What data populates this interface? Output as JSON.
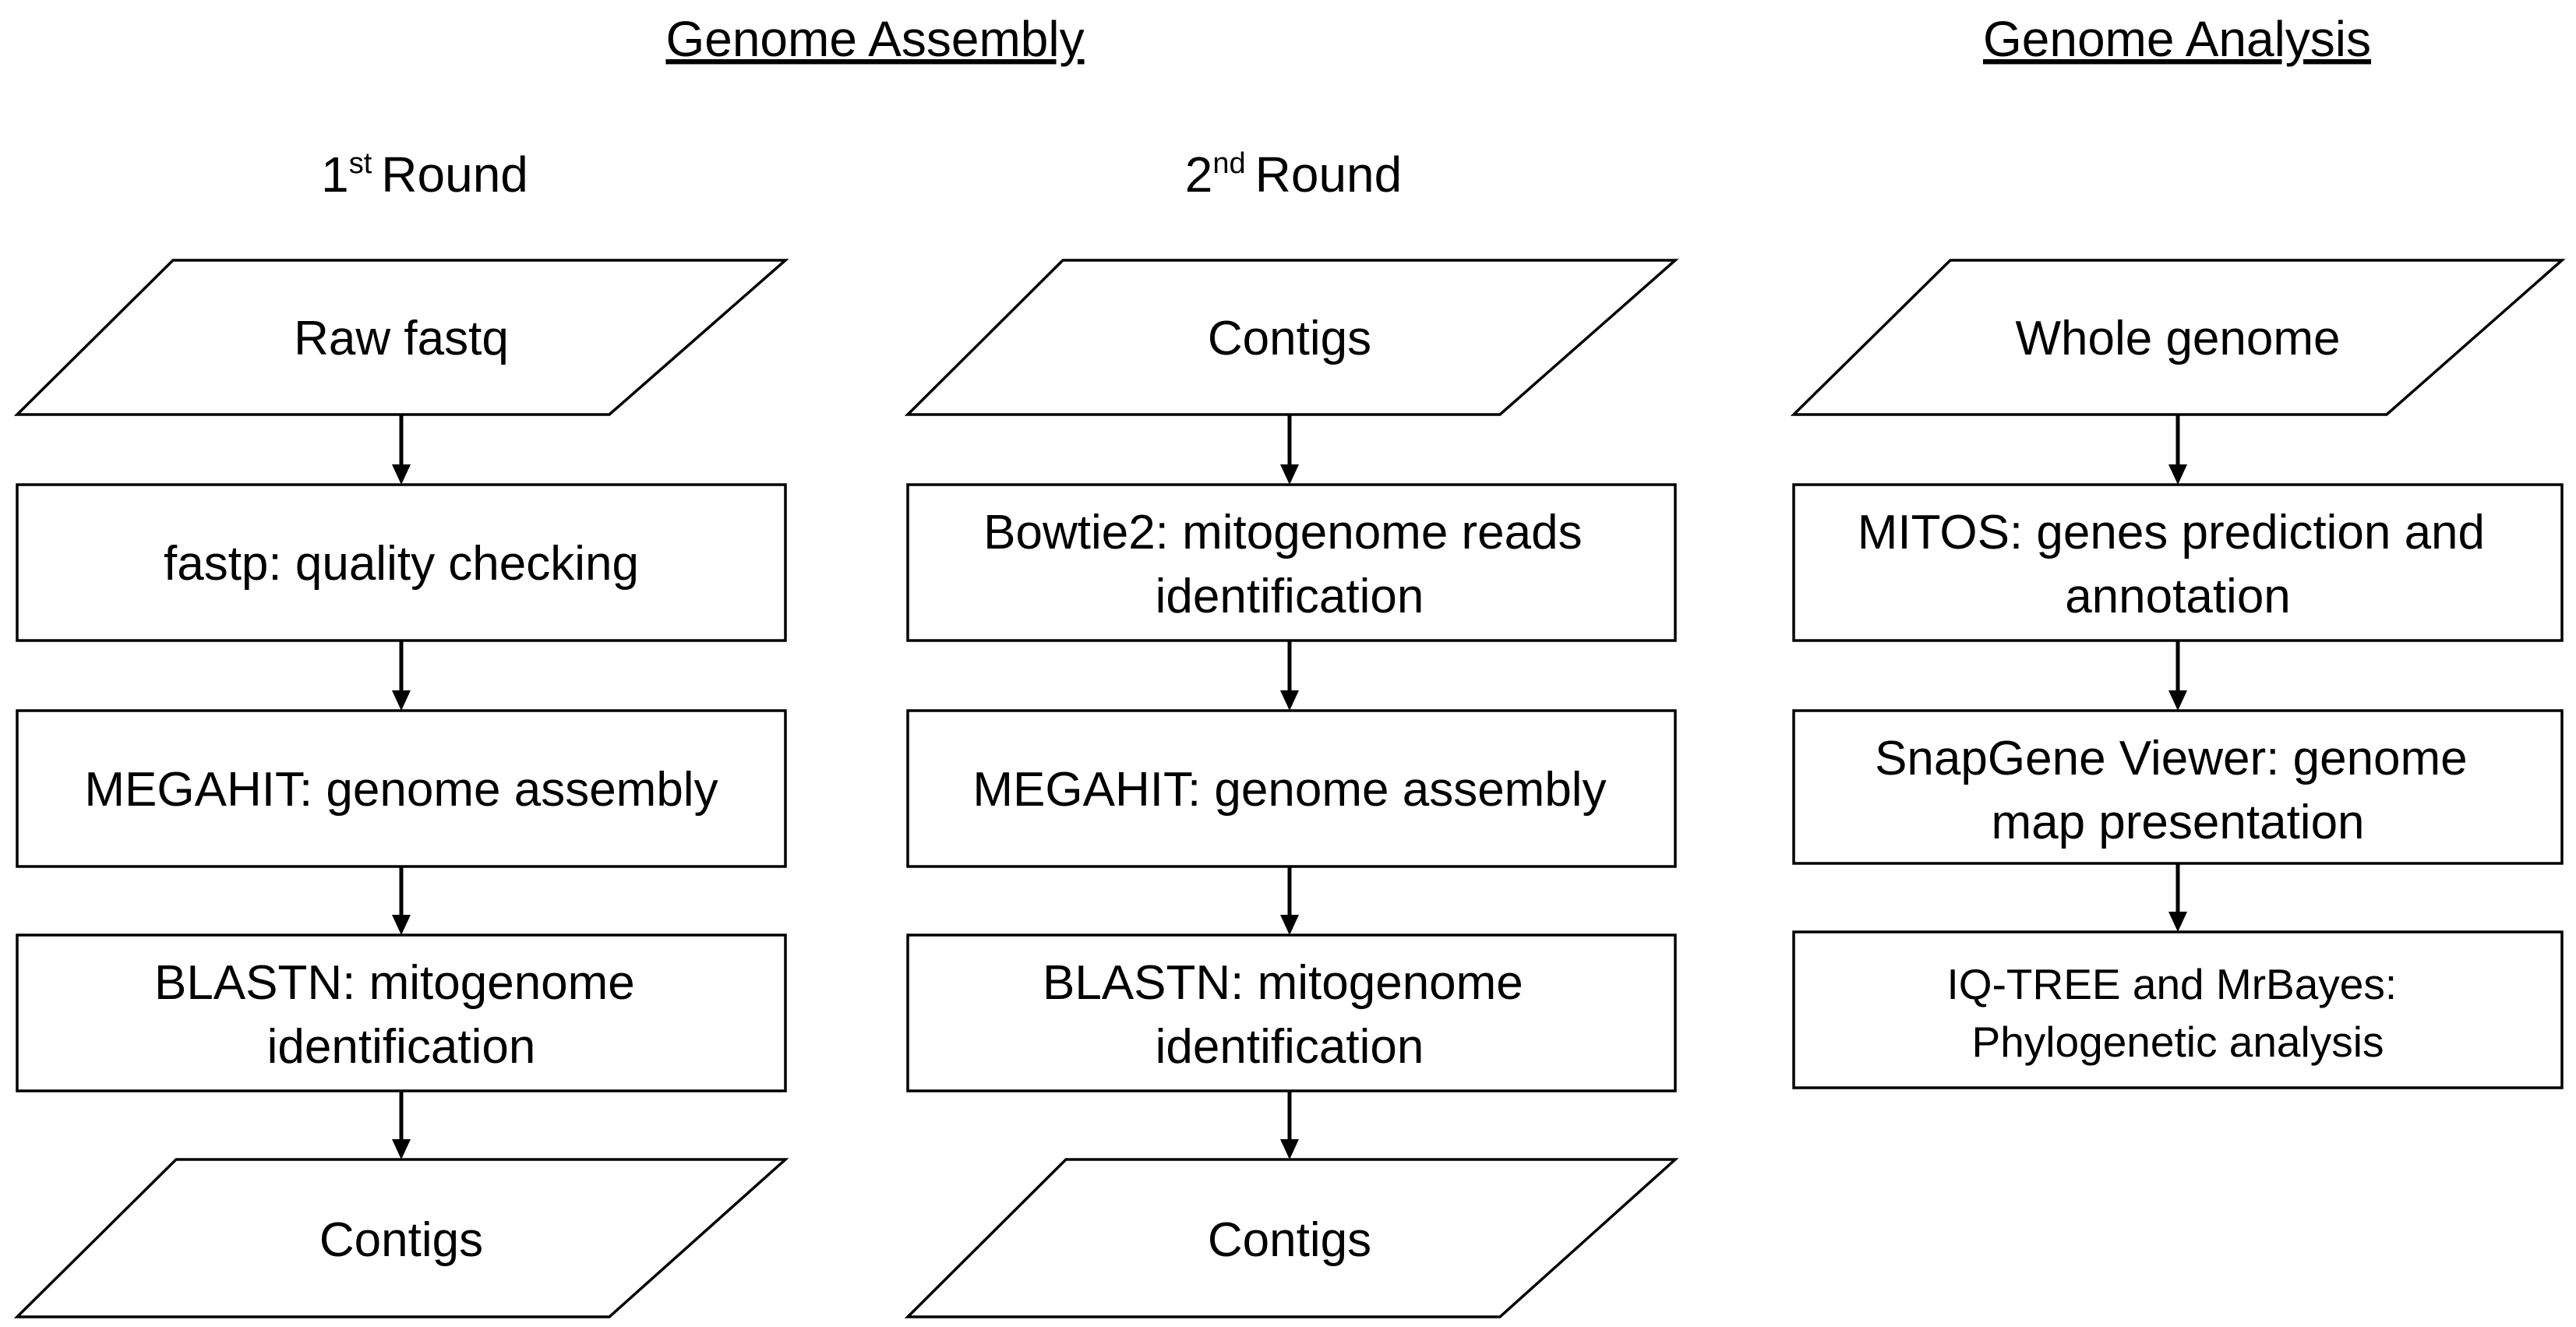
{
  "headers": {
    "assembly": "Genome Assembly",
    "analysis": "Genome Analysis"
  },
  "columns": [
    {
      "round": {
        "num": "1",
        "suffix": "st",
        "word": "Round"
      },
      "input": "Raw fastq",
      "steps": [
        [
          "fastp: quality checking"
        ],
        [
          "MEGAHIT: genome assembly"
        ],
        [
          "BLASTN: mitogenome",
          "identification"
        ]
      ],
      "output": "Contigs"
    },
    {
      "round": {
        "num": "2",
        "suffix": "nd",
        "word": "Round"
      },
      "input": "Contigs",
      "steps": [
        [
          "Bowtie2: mitogenome reads",
          "identification"
        ],
        [
          "MEGAHIT: genome assembly"
        ],
        [
          "BLASTN: mitogenome",
          "identification"
        ]
      ],
      "output": "Contigs"
    },
    {
      "input": "Whole genome",
      "steps": [
        [
          "MITOS: genes prediction and",
          "annotation"
        ],
        [
          "SnapGene Viewer: genome",
          "map presentation"
        ],
        [
          "IQ-TREE and MrBayes:",
          "Phylogenetic analysis"
        ]
      ]
    }
  ]
}
